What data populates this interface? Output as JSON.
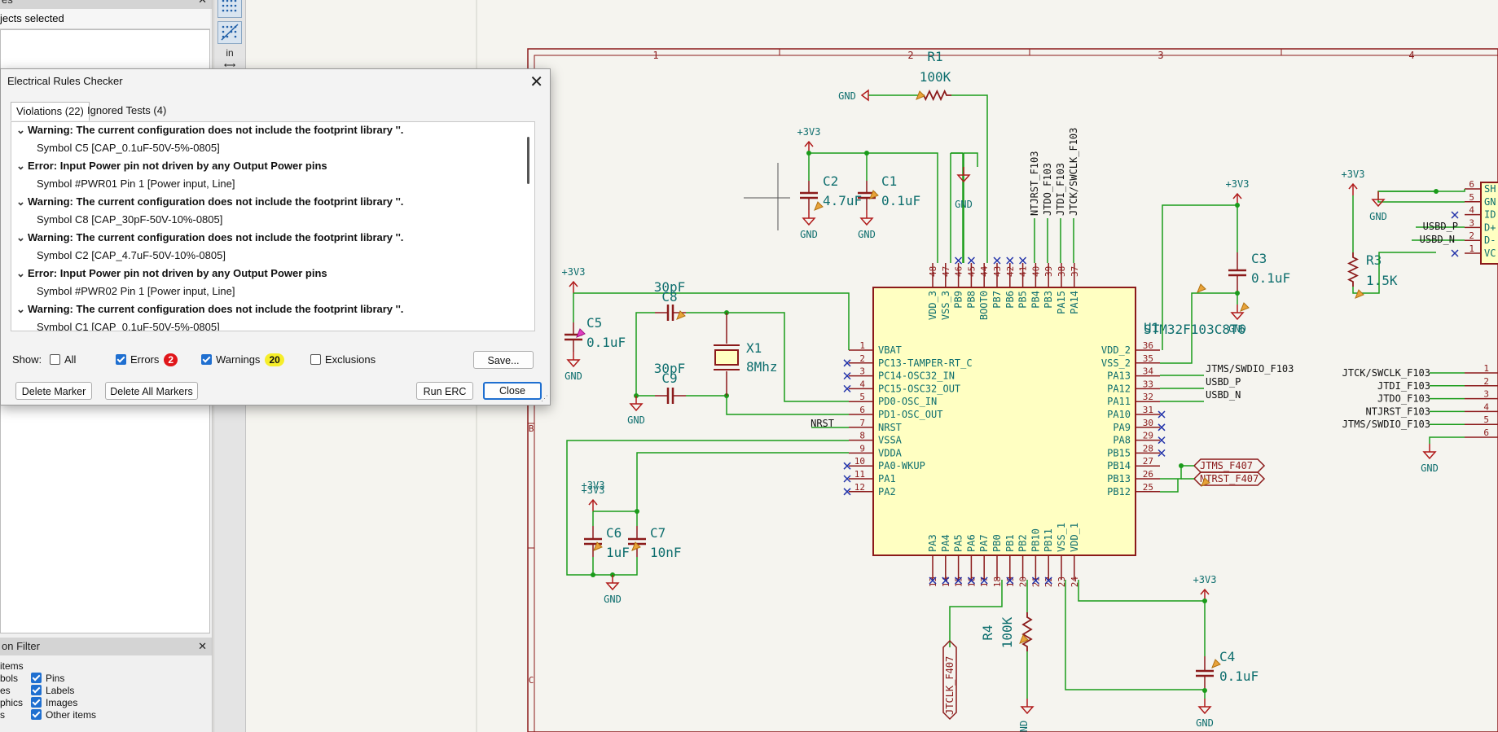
{
  "properties_panel": {
    "title": "es",
    "status": "jects selected"
  },
  "selection_filter": {
    "title": "on Filter",
    "left_items": [
      "items",
      "bols",
      "es",
      "phics",
      "s"
    ],
    "right_items": [
      "Pins",
      "Labels",
      "Images",
      "Other items"
    ]
  },
  "toolbar": {
    "units_label": "in"
  },
  "erc_dialog": {
    "title": "Electrical Rules Checker",
    "close_glyph": "✕",
    "tabs": [
      "Violations (22)",
      "Ignored Tests (4)"
    ],
    "violations": [
      {
        "severity": "Warning",
        "message": "Warning: The current configuration does not include the footprint library ''.",
        "detail": "Symbol C5 [CAP_0.1uF-50V-5%-0805]"
      },
      {
        "severity": "Error",
        "message": "Error: Input Power pin not driven by any Output Power pins",
        "detail": "Symbol #PWR01 Pin 1 [Power input, Line]"
      },
      {
        "severity": "Warning",
        "message": "Warning: The current configuration does not include the footprint library ''.",
        "detail": "Symbol C8 [CAP_30pF-50V-10%-0805]"
      },
      {
        "severity": "Warning",
        "message": "Warning: The current configuration does not include the footprint library ''.",
        "detail": "Symbol C2 [CAP_4.7uF-50V-10%-0805]"
      },
      {
        "severity": "Error",
        "message": "Error: Input Power pin not driven by any Output Power pins",
        "detail": "Symbol #PWR02 Pin 1 [Power input, Line]"
      },
      {
        "severity": "Warning",
        "message": "Warning: The current configuration does not include the footprint library ''.",
        "detail": "Symbol C1 [CAP_0.1uF-50V-5%-0805]"
      }
    ],
    "show_label": "Show:",
    "filters": {
      "all": "All",
      "errors": "Errors",
      "errors_count": "2",
      "warnings": "Warnings",
      "warnings_count": "20",
      "exclusions": "Exclusions"
    },
    "buttons": {
      "save": "Save...",
      "delete_marker": "Delete Marker",
      "delete_all": "Delete All Markers",
      "run": "Run ERC",
      "close": "Close"
    }
  },
  "schematic": {
    "colors": {
      "wire": "#1a9b1a",
      "pin": "#8b1a1a",
      "text": "#0e6e6e",
      "border": "#8b1a1a",
      "ic_fill": "#ffffc2",
      "power": "#b01a1a"
    },
    "frame_columns": [
      "1",
      "2",
      "3",
      "4"
    ],
    "frame_rows": [
      "B",
      "C"
    ],
    "mcu": {
      "ref": "U1",
      "value": "STM32F103C8T6",
      "left_pins": [
        {
          "num": "1",
          "name": "VBAT"
        },
        {
          "num": "2",
          "name": "PC13-TAMPER-RT_C"
        },
        {
          "num": "3",
          "name": "PC14-OSC32_IN"
        },
        {
          "num": "4",
          "name": "PC15-OSC32_OUT"
        },
        {
          "num": "5",
          "name": "PD0-OSC_IN"
        },
        {
          "num": "6",
          "name": "PD1-OSC_OUT"
        },
        {
          "num": "7",
          "name": "NRST"
        },
        {
          "num": "8",
          "name": "VSSA"
        },
        {
          "num": "9",
          "name": "VDDA"
        },
        {
          "num": "10",
          "name": "PA0-WKUP"
        },
        {
          "num": "11",
          "name": "PA1"
        },
        {
          "num": "12",
          "name": "PA2"
        }
      ],
      "right_pins": [
        {
          "num": "36",
          "name": "VDD_2"
        },
        {
          "num": "35",
          "name": "VSS_2"
        },
        {
          "num": "34",
          "name": "PA13"
        },
        {
          "num": "33",
          "name": "PA12"
        },
        {
          "num": "32",
          "name": "PA11"
        },
        {
          "num": "31",
          "name": "PA10"
        },
        {
          "num": "30",
          "name": "PA9"
        },
        {
          "num": "29",
          "name": "PA8"
        },
        {
          "num": "28",
          "name": "PB15"
        },
        {
          "num": "27",
          "name": "PB14"
        },
        {
          "num": "26",
          "name": "PB13"
        },
        {
          "num": "25",
          "name": "PB12"
        }
      ],
      "top_pins": [
        {
          "num": "48",
          "name": "VDD_3"
        },
        {
          "num": "47",
          "name": "VSS_3"
        },
        {
          "num": "46",
          "name": "PB9"
        },
        {
          "num": "45",
          "name": "PB8"
        },
        {
          "num": "44",
          "name": "BOOT0"
        },
        {
          "num": "43",
          "name": "PB7"
        },
        {
          "num": "42",
          "name": "PB6"
        },
        {
          "num": "41",
          "name": "PB5"
        },
        {
          "num": "40",
          "name": "PB4"
        },
        {
          "num": "39",
          "name": "PB3"
        },
        {
          "num": "38",
          "name": "PA15"
        },
        {
          "num": "37",
          "name": "PA14"
        }
      ],
      "bottom_pins": [
        {
          "num": "13",
          "name": "PA3"
        },
        {
          "num": "14",
          "name": "PA4"
        },
        {
          "num": "15",
          "name": "PA5"
        },
        {
          "num": "16",
          "name": "PA6"
        },
        {
          "num": "17",
          "name": "PA7"
        },
        {
          "num": "18",
          "name": "PB0"
        },
        {
          "num": "19",
          "name": "PB1"
        },
        {
          "num": "20",
          "name": "PB2"
        },
        {
          "num": "21",
          "name": "PB10"
        },
        {
          "num": "22",
          "name": "PB11"
        },
        {
          "num": "23",
          "name": "VSS_1"
        },
        {
          "num": "24",
          "name": "VDD_1"
        }
      ]
    },
    "components": [
      {
        "ref": "R1",
        "value": "100K"
      },
      {
        "ref": "C2",
        "value": "4.7uF"
      },
      {
        "ref": "C1",
        "value": "0.1uF"
      },
      {
        "ref": "C8",
        "value": "30pF"
      },
      {
        "ref": "C9",
        "value": "30pF"
      },
      {
        "ref": "X1",
        "value": "8Mhz"
      },
      {
        "ref": "C5",
        "value": "0.1uF"
      },
      {
        "ref": "C6",
        "value": "1uF"
      },
      {
        "ref": "C7",
        "value": "10nF"
      },
      {
        "ref": "C3",
        "value": "0.1uF"
      },
      {
        "ref": "R4",
        "value": "100K"
      },
      {
        "ref": "C4",
        "value": "0.1uF"
      },
      {
        "ref": "R3",
        "value": "1.5K"
      }
    ],
    "power_labels": {
      "vcc": "+3V3",
      "gnd": "GND",
      "gnd_cut": "ND"
    },
    "net_labels": {
      "top": [
        "NTJRST_F103",
        "JTDO_F103",
        "JTDI_F103",
        "JTCK/SWCLK_F103"
      ],
      "nrst": "NRST",
      "right": [
        "JTMS/SWDIO_F103",
        "USBD_P",
        "USBD_N"
      ],
      "hier": [
        "JTMS_F407",
        "NTRST_F407"
      ],
      "jtclk": "JTCLK_F407",
      "usb": [
        "USBD_P",
        "USBD_N"
      ],
      "header": [
        "JTCK/SWCLK_F103",
        "JTDI_F103",
        "JTDO_F103",
        "NTJRST_F103",
        "JTMS/SWDIO_F103"
      ]
    },
    "usb_conn_pins": [
      {
        "num": "6",
        "name": "SH"
      },
      {
        "num": "5",
        "name": "GN"
      },
      {
        "num": "4",
        "name": "ID"
      },
      {
        "num": "3",
        "name": "D+"
      },
      {
        "num": "2",
        "name": "D-"
      },
      {
        "num": "1",
        "name": "VC"
      }
    ],
    "header_pins": [
      "1",
      "2",
      "3",
      "4",
      "5",
      "6"
    ]
  }
}
